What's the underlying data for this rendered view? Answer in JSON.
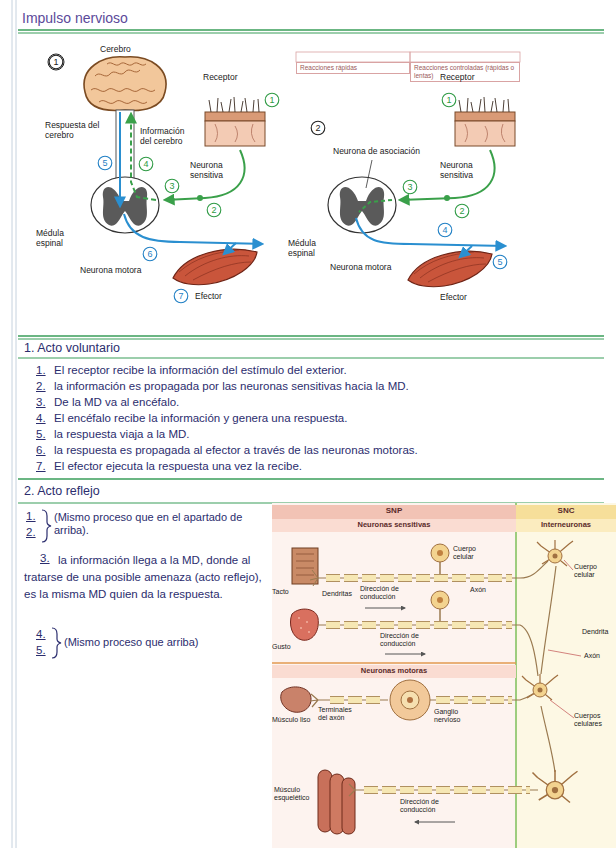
{
  "diagram": {
    "title": "Impulso nervioso",
    "nodes": [
      {
        "text": [
          "Reacciones rápidas"
        ]
      },
      {
        "text": [
          "Reacciones controladas (rápidas o lentas)"
        ]
      },
      {
        "text": [
          "SNP"
        ]
      },
      {
        "text": [
          "SNC"
        ]
      },
      {
        "text": [
          "Neuronas sensitivas"
        ]
      },
      {
        "text": [
          "Interneuronas"
        ]
      },
      {
        "text": [
          "Neuronas motoras"
        ]
      }
    ],
    "labels": [
      "1",
      "Cerebro",
      "Receptor",
      "1",
      "Respuesta del cerebro",
      "Información del cerebro",
      "4",
      "Neurona sensitiva",
      "2",
      "3",
      "5",
      "Médula espinal",
      "6",
      "Neurona motora",
      "7",
      "Efector",
      "2",
      "Receptor",
      "1",
      "Neurona de asociación",
      "Neurona sensitiva",
      "2",
      "3",
      "Médula espinal",
      "4",
      "Neurona motora",
      "5",
      "Efector",
      "1. Acto voluntario",
      "1.",
      "El receptor recibe la información del estímulo del exterior.",
      "2.",
      "la información es propagada por las neuronas sensitivas hacia la MD.",
      "3.",
      "De la MD va al encéfalo.",
      "4.",
      "El encéfalo recibe la información y genera una respuesta.",
      "5.",
      "la respuesta viaja a la MD.",
      "6.",
      "la respuesta es propagada al efector a través de las neuronas motoras.",
      "7.",
      "El efector ejecuta la respuesta una vez la recibe.",
      "2. Acto reflejo",
      "1.",
      "2.",
      "(Mismo proceso que en el apartado de arriba).",
      "3.",
      "la información llega a la MD, donde al tratarse de una posible amenaza (acto reflejo), es la misma MD quien da la respuesta.",
      "4.",
      "5.",
      "(Mismo proceso que arriba)",
      "Tacto",
      "Cuerpo celular",
      "Dirección de conducción",
      "Dendritas",
      "Axón",
      "Gusto",
      "Dirección de conducción",
      "Músculo liso",
      "Terminales del axón",
      "Ganglio nervioso",
      "Músculo esquelético",
      "Dirección de conducción",
      "Cuerpo celular",
      "Dendrita",
      "Axón",
      "Cuerpos celulares"
    ]
  }
}
